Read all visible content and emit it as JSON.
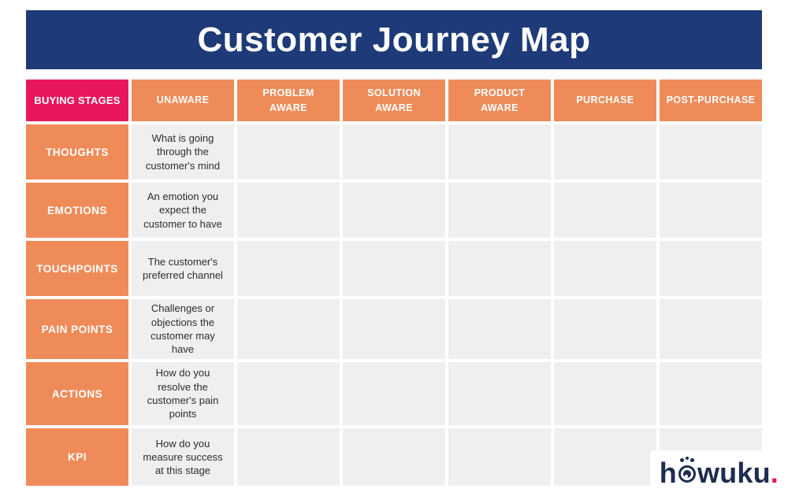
{
  "title": "Customer Journey Map",
  "colors": {
    "banner_navy": "#1e3a78",
    "stage_pink": "#e8175d",
    "orange": "#ef8b58",
    "cell_gray": "#efefef",
    "desc_text": "#2d2d2d",
    "logo_navy": "#1d2d50",
    "logo_dot_pink": "#e8175d"
  },
  "table": {
    "corner_label": "BUYING STAGES",
    "stage_headers": [
      "UNAWARE",
      "PROBLEM\nAWARE",
      "SOLUTION\nAWARE",
      "PRODUCT\nAWARE",
      "PURCHASE",
      "POST-PURCHASE"
    ],
    "rows": [
      {
        "label": "THOUGHTS",
        "description": "What is going through the customer's mind"
      },
      {
        "label": "EMOTIONS",
        "description": "An emotion you expect the customer to have"
      },
      {
        "label": "TOUCHPOINTS",
        "description": "The customer's preferred channel"
      },
      {
        "label": "PAIN POINTS",
        "description": "Challenges or objections the customer may have"
      },
      {
        "label": "ACTIONS",
        "description": "How do you resolve the customer's pain points"
      },
      {
        "label": "KPI",
        "description": "How do you measure success at this stage"
      }
    ]
  },
  "logo": {
    "part1": "h",
    "part2": "wuku",
    "dot": "."
  }
}
